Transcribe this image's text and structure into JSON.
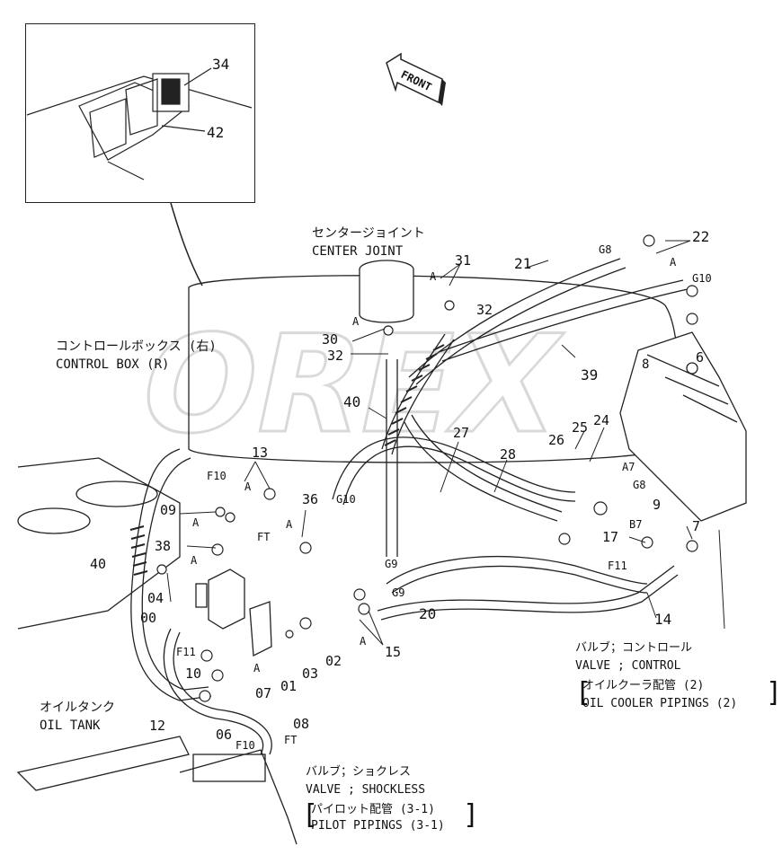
{
  "diagram": {
    "watermark": "OREX",
    "arrow_label": "FRONT",
    "inset_labels": [
      "34",
      "42"
    ],
    "component_labels": {
      "center_joint_jp": "センタージョイント",
      "center_joint_en": "CENTER JOINT",
      "control_box_jp": "コントロールボックス (右)",
      "control_box_en": "CONTROL BOX (R)",
      "oil_tank_jp": "オイルタンク",
      "oil_tank_en": "OIL TANK"
    },
    "notes": {
      "valve_control_jp": "バルブ；コントロール",
      "valve_control_en": "VALVE ; CONTROL",
      "oil_cooler_jp": "オイルクーラ配管 (2)",
      "oil_cooler_en": "OIL COOLER PIPINGS (2)",
      "valve_shockless_jp": "バルブ；ショクレス",
      "valve_shockless_en": "VALVE ; SHOCKLESS",
      "pilot_jp": "パイロット配管 (3-1)",
      "pilot_en": "PILOT PIPINGS (3-1)"
    },
    "part_numbers": [
      "22",
      "31",
      "32",
      "30",
      "32",
      "21",
      "39",
      "6",
      "8",
      "40",
      "13",
      "25",
      "26",
      "24",
      "27",
      "28",
      "36",
      "09",
      "38",
      "04",
      "00",
      "01",
      "02",
      "03",
      "07",
      "10",
      "12",
      "06",
      "08",
      "20",
      "15",
      "14",
      "17",
      "9",
      "7",
      "40"
    ],
    "port_labels": [
      "G8",
      "G10",
      "G10",
      "F10",
      "FT",
      "A",
      "A",
      "A",
      "A",
      "A",
      "A",
      "A",
      "A",
      "A",
      "B7",
      "A7",
      "G8",
      "G9",
      "G9",
      "F11",
      "F11",
      "F10",
      "FT"
    ]
  }
}
